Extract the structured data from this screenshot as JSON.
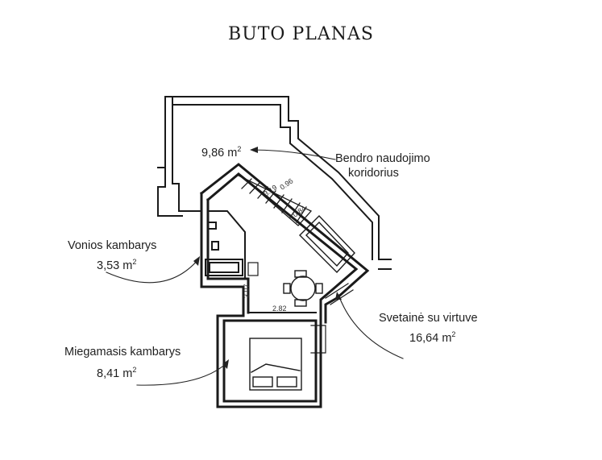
{
  "title": "BUTO PLANAS",
  "rooms": {
    "corridor": {
      "area": "9,86 m",
      "name_line1": "Bendro naudojimo",
      "name_line2": "koridorius"
    },
    "bathroom": {
      "name": "Vonios kambarys",
      "area": "3,53 m"
    },
    "living": {
      "name": "Svetainė su virtuve",
      "area": "16,64 m"
    },
    "bedroom": {
      "name": "Miegamasis kambarys",
      "area": "8,41 m"
    }
  },
  "unit_exponent": "2",
  "dimensions": {
    "d1": "3.07",
    "d2": "2.82",
    "stair_a": "3.19",
    "stair_b": "0.96",
    "stair_c": "0.84"
  }
}
